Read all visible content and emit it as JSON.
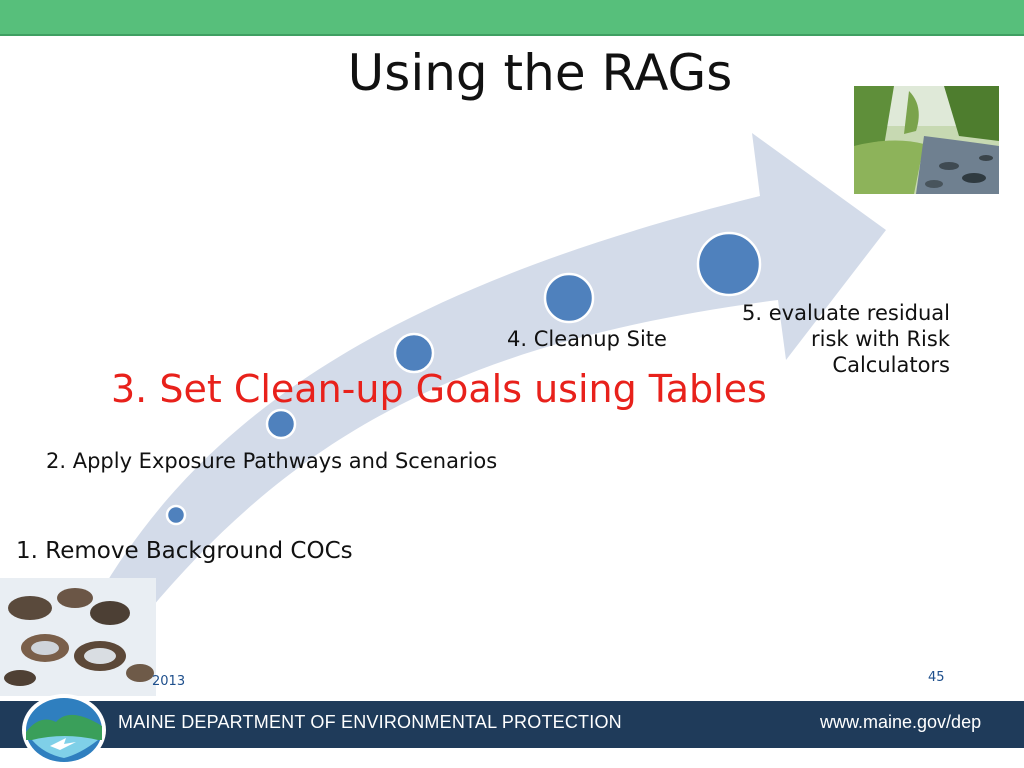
{
  "slide": {
    "title": "Using the RAGs"
  },
  "steps": [
    {
      "label": "1. Remove Background COCs"
    },
    {
      "label": "2. Apply Exposure Pathways and Scenarios"
    },
    {
      "label": "3. Set Clean-up Goals using Tables"
    },
    {
      "label": "4. Cleanup Site"
    },
    {
      "label": "5. evaluate residual risk with Risk Calculators"
    }
  ],
  "footer": {
    "date": "2013",
    "page_number": "45",
    "agency": "MAINE DEPARTMENT OF ENVIRONMENTAL PROTECTION",
    "url": "www.maine.gov/dep"
  },
  "colors": {
    "top_bar": "#57bf7b",
    "footer_bar": "#1f3b5a",
    "arrow": "#d3dbe9",
    "step_dot": "#4f81bd",
    "highlight_step": "#e8211b"
  },
  "icons": [
    "curved-arrow-icon",
    "step-dot-icon",
    "maine-dep-logo-icon"
  ]
}
